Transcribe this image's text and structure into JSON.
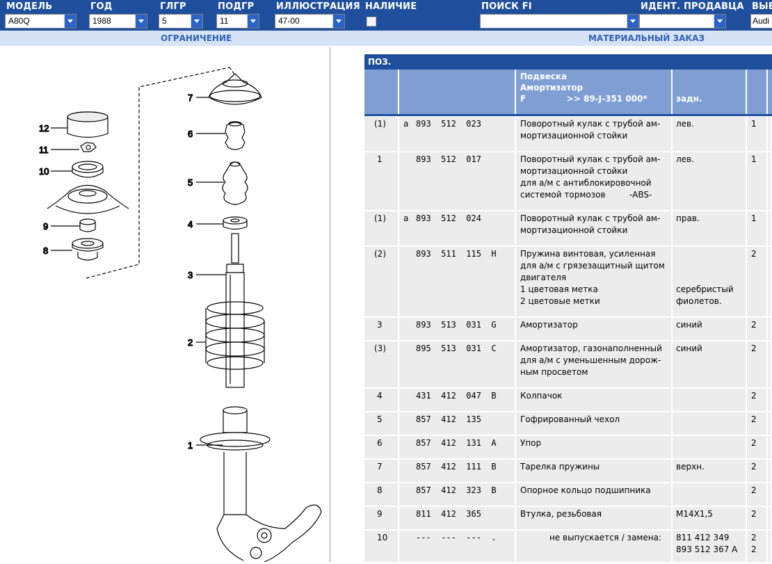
{
  "filters": {
    "model": {
      "label": "МОДЕЛЬ",
      "value": "A80Q"
    },
    "year": {
      "label": "ГОД",
      "value": "1988"
    },
    "main_group": {
      "label": "ГЛГР",
      "value": "5"
    },
    "sub_group": {
      "label": "ПОДГР",
      "value": "11"
    },
    "illustration": {
      "label": "ИЛЛЮСТРАЦИЯ",
      "value": "47-00"
    },
    "availability": {
      "label": "НАЛИЧИЕ"
    },
    "search": {
      "label": "ПОИСК FI",
      "value": ""
    },
    "dealer_id": {
      "label": "ИДЕНТ. ПРОДАВЦА",
      "value": ""
    },
    "extra": {
      "label": "ВЫБ",
      "value": "Audi"
    }
  },
  "subbar": {
    "restriction": "ОГРАНИЧЕНИЕ",
    "material_order": "МАТЕРИАЛЬНЫЙ ЗАКАЗ"
  },
  "diagram": {
    "callouts": [
      "12",
      "11",
      "10",
      "9",
      "8",
      "7",
      "6",
      "5",
      "4",
      "3",
      "2",
      "1"
    ]
  },
  "table": {
    "pos_header": "ПОЗ.",
    "group_header": "Подвеска\nАмортизатор\nF              >> 89-J-351 000*",
    "side_header": "задн.",
    "rows": [
      {
        "pos": "(1)",
        "mark": "a",
        "part": "893  512  023",
        "desc": "Поворотный кулак с трубой ам-\nмортизационной стойки",
        "note": "лев.",
        "qty": "1"
      },
      {
        "pos": "1",
        "mark": "",
        "part": "893  512  017",
        "desc": "Поворотный кулак с трубой ам-\nмортизационной стойки\nдля а/м с антиблокировочной\nсистемой тормозов         -ABS-",
        "note": "лев.",
        "qty": "1"
      },
      {
        "pos": "(1)",
        "mark": "a",
        "part": "893  512  024",
        "desc": "Поворотный кулак с трубой ам-\nмортизационной стойки",
        "note": "прав.",
        "qty": "1"
      },
      {
        "pos": "(2)",
        "mark": "",
        "part": "893  511  115  H",
        "desc": "Пружина винтовая, усиленная\nдля а/м с грязезащитный щитом\nдвигателя\n1 цветовая метка\n2 цветовые метки",
        "note": "\n\n\nсеребристый\nфиолетов.",
        "qty": "2"
      },
      {
        "pos": "3",
        "mark": "",
        "part": "893  513  031  G",
        "desc": "Амортизатор",
        "note": "синий",
        "qty": "2"
      },
      {
        "pos": "(3)",
        "mark": "",
        "part": "895  513  031  C",
        "desc": "Амортизатор, газонаполненный\nдля а/м с уменьшенным дорож-\nным просветом",
        "note": "синий",
        "qty": "2"
      },
      {
        "pos": "4",
        "mark": "",
        "part": "431  412  047  B",
        "desc": "Колпачок",
        "note": "",
        "qty": "2"
      },
      {
        "pos": "5",
        "mark": "",
        "part": "857  412  135",
        "desc": "Гофрированный чехол",
        "note": "",
        "qty": "2"
      },
      {
        "pos": "6",
        "mark": "",
        "part": "857  412  131  A",
        "desc": "Упор",
        "note": "",
        "qty": "2"
      },
      {
        "pos": "7",
        "mark": "",
        "part": "857  412  111  B",
        "desc": "Тарелка пружины",
        "note": "верхн.",
        "qty": "2"
      },
      {
        "pos": "8",
        "mark": "",
        "part": "857  412  323  B",
        "desc": "Опорное кольцо подшипника",
        "note": "",
        "qty": "2"
      },
      {
        "pos": "9",
        "mark": "",
        "part": "811  412  365",
        "desc": "Втулка, резьбовая",
        "note": "M14X1,5",
        "qty": "2"
      },
      {
        "pos": "10",
        "mark": "",
        "part": "---  ---  ---  .",
        "desc": "           не выпускается / замена:",
        "note": "811 412 349\n893 512 367 A",
        "qty": "2\n2"
      }
    ]
  }
}
